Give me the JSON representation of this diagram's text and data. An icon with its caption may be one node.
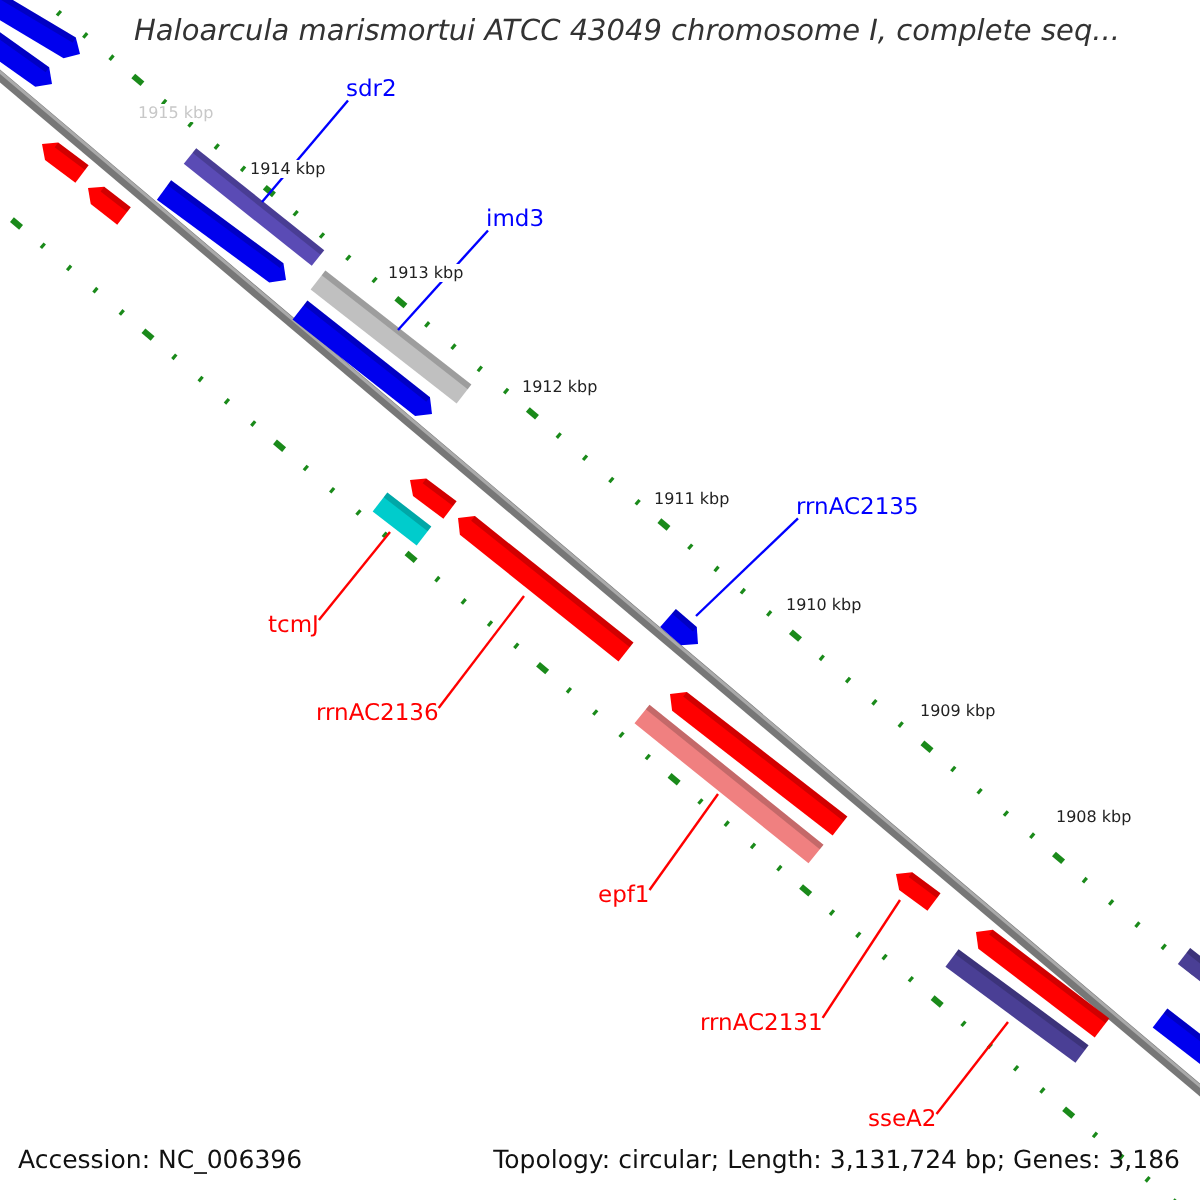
{
  "diagram": {
    "title": "Haloarcula marismortui ATCC 43049 chromosome I, complete seq...",
    "nodes": [
      {
        "text": [
          "sdr2"
        ]
      },
      {
        "text": [],
        "shape": "bar"
      },
      {
        "text": [
          "imd3"
        ]
      },
      {
        "text": [],
        "shape": "bar"
      },
      {
        "text": [
          "rrnAC2135"
        ]
      },
      {
        "text": [],
        "shape": "arrow"
      },
      {
        "text": [
          "tcmJ"
        ]
      },
      {
        "text": [],
        "shape": "bar"
      },
      {
        "text": [
          "rrnAC2136"
        ]
      },
      {
        "text": [],
        "shape": "arrow"
      },
      {
        "text": [
          "epf1"
        ]
      },
      {
        "text": [],
        "shape": "bar"
      },
      {
        "text": [
          "rrnAC2131"
        ]
      },
      {
        "text": [],
        "shape": "arrow"
      },
      {
        "text": [
          "sseA2"
        ]
      },
      {
        "text": [],
        "shape": "bar"
      },
      {
        "text": [],
        "shape": "arrow"
      },
      {
        "text": [],
        "shape": "arrow"
      },
      {
        "text": [],
        "shape": "arrow"
      },
      {
        "text": [],
        "shape": "arrow"
      },
      {
        "text": [],
        "shape": "arrow"
      },
      {
        "text": [],
        "shape": "arrow"
      },
      {
        "text": [],
        "shape": "arrow"
      },
      {
        "text": [],
        "shape": "arrow"
      },
      {
        "text": [],
        "shape": "arrow"
      },
      {
        "text": [],
        "shape": "bar"
      },
      {
        "text": [],
        "shape": "arrow"
      }
    ],
    "edges": [
      {
        "from": 0,
        "to": 1,
        "arrow": "none",
        "color": "#0000ff"
      },
      {
        "from": 2,
        "to": 3,
        "arrow": "none",
        "color": "#0000ff"
      },
      {
        "from": 4,
        "to": 5,
        "arrow": "none",
        "color": "#0000ff"
      },
      {
        "from": 6,
        "to": 7,
        "arrow": "none"
      },
      {
        "from": 8,
        "to": 9,
        "arrow": "none"
      },
      {
        "from": 10,
        "to": 11,
        "arrow": "none"
      },
      {
        "from": 12,
        "to": 13,
        "arrow": "none"
      },
      {
        "from": 14,
        "to": 15,
        "arrow": "none"
      }
    ],
    "labels": [
      "1915 kbp",
      "1914 kbp",
      "1913 kbp",
      "1912 kbp",
      "1911 kbp",
      "1910 kbp",
      "1909 kbp",
      "1908 kbp",
      "Accession: NC_006396",
      "Topology: circular; Length: 3,131,724 bp; Genes: 3,186"
    ]
  }
}
